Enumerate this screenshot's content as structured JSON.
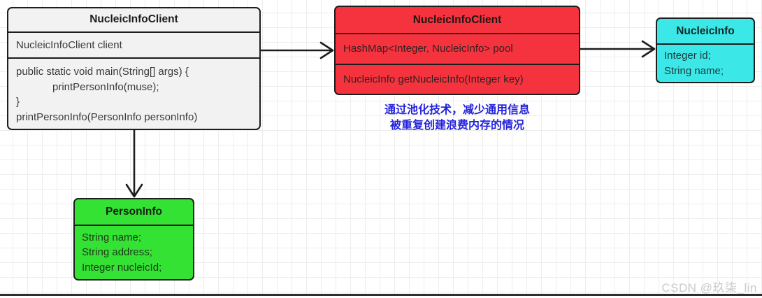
{
  "diagram": {
    "client_class": {
      "title": "NucleicInfoClient",
      "field": "NucleicInfoClient client",
      "method_lines": [
        "public static void main(String[] args) {",
        "printPersonInfo(muse);",
        "}",
        "printPersonInfo(PersonInfo personInfo)"
      ]
    },
    "pool_class": {
      "title": "NucleicInfoClient",
      "field": "HashMap<Integer, NucleicInfo> pool",
      "method": "NucleicInfo getNucleicInfo(Integer key)"
    },
    "nucleic_info_class": {
      "title": "NucleicInfo",
      "fields": [
        "Integer id;",
        "String name;"
      ]
    },
    "person_info_class": {
      "title": "PersonInfo",
      "fields": [
        "String name;",
        "String address;",
        "Integer nucleicId;"
      ]
    },
    "annotation": {
      "line1": "通过池化技术，减少通用信息",
      "line2": "被重复创建浪费内存的情况",
      "color": "#2322dd"
    },
    "colors": {
      "client_fill": "#f2f2f2",
      "pool_fill": "#f5333f",
      "nucleic_fill": "#3be7e7",
      "person_fill": "#33e233",
      "border": "#1d1d1d",
      "grid_line": "#ededed"
    }
  },
  "watermark": "CSDN @玖柒_lin"
}
